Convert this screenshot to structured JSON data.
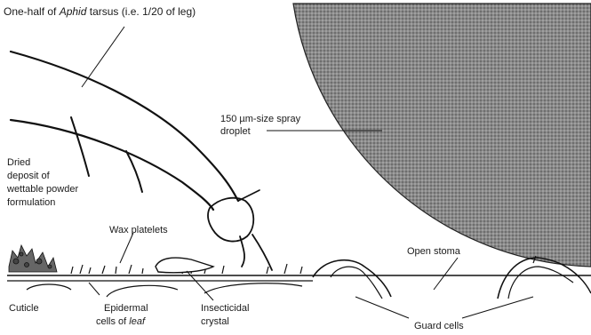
{
  "labels": {
    "title_prefix": "One-half of ",
    "title_italic": "Aphid",
    "title_suffix": " tarsus (i.e. 1/20 of leg)",
    "droplet_line1": "150 µm-size spray",
    "droplet_line2": "droplet",
    "deposit_line1": "Dried",
    "deposit_line2": "deposit of",
    "deposit_line3": "wettable powder",
    "deposit_line4": "formulation",
    "wax": "Wax platelets",
    "stoma": "Open stoma",
    "cuticle": "Cuticle",
    "epidermal_line1": "Epidermal",
    "epidermal_line2_prefix": "cells of ",
    "epidermal_line2_italic": "leaf",
    "crystal_line1": "Insecticidal",
    "crystal_line2": "crystal",
    "guard": "Guard cells"
  }
}
